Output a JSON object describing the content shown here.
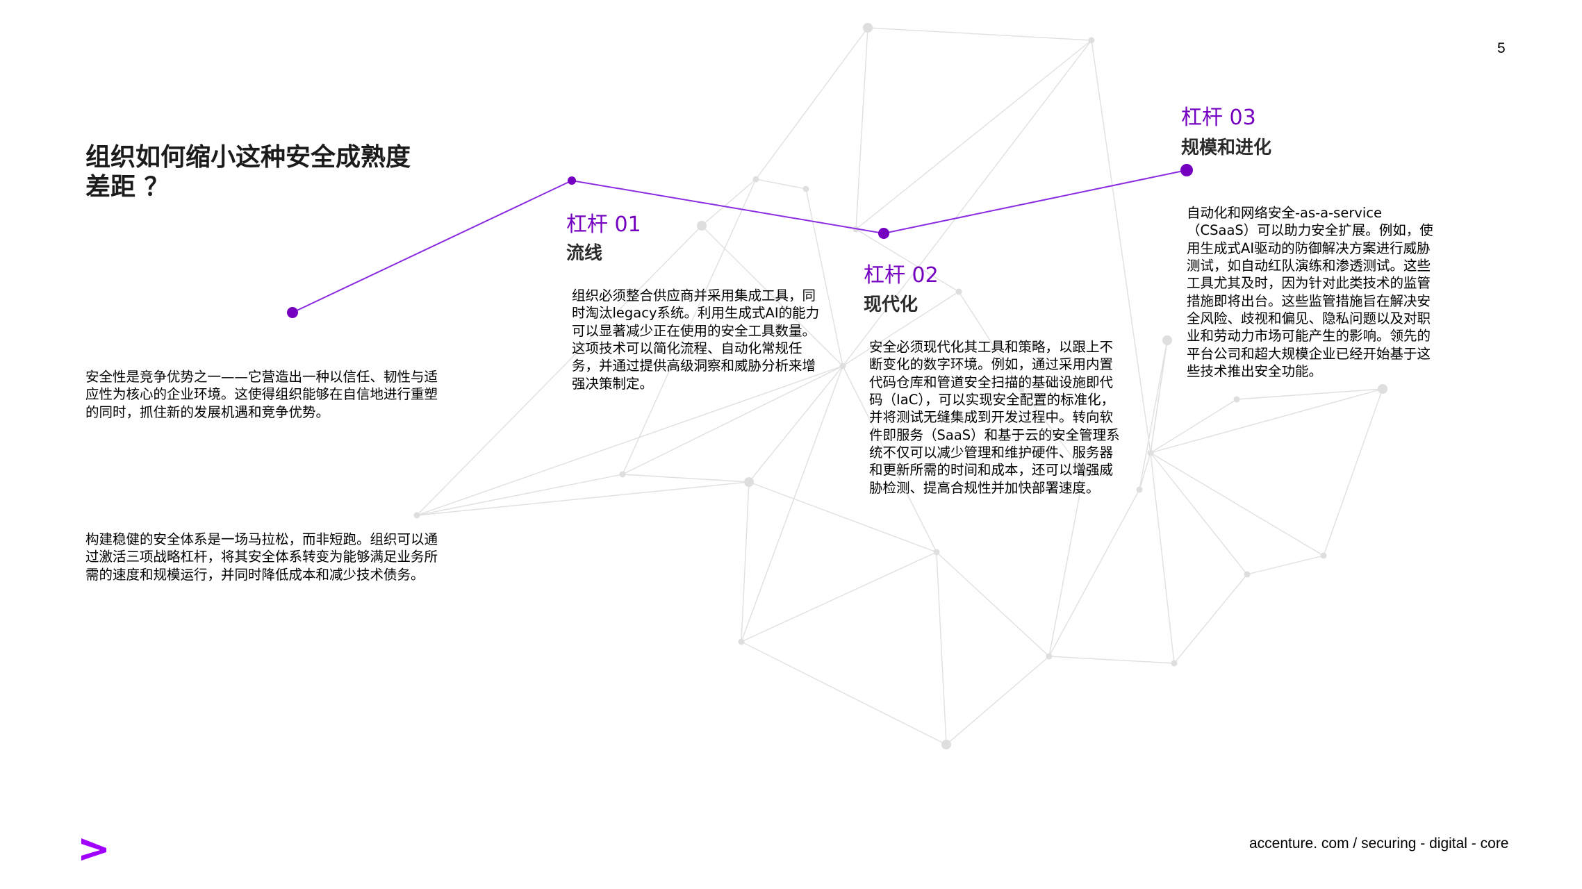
{
  "page": {
    "number": "5",
    "title": "组织如何缩小这种安全成熟度差距 ？",
    "intro_paragraphs": [
      "安全性是竞争优势之一——它营造出一种以信任、韧性与适应性为核心的企业环境。这使得组织能够在自信地进行重塑的同时，抓住新的发展机遇和竞争优势。",
      "构建稳健的安全体系是一场马拉松，而非短跑。组织可以通过激活三项战略杠杆，将其安全体系转变为能够满足业务所需的速度和规模运行，并同时降低成本和减少技术债务。"
    ]
  },
  "levers": [
    {
      "title": "杠杆 01",
      "subtitle": "流线",
      "body": "组织必须整合供应商并采用集成工具，同时淘汰legacy系统。利用生成式AI的能力可以显著减少正在使用的安全工具数量。这项技术可以简化流程、自动化常规任务，并通过提供高级洞察和威胁分析来增强决策制定。"
    },
    {
      "title": "杠杆 02",
      "subtitle": "现代化",
      "body": "安全必须现代化其工具和策略，以跟上不断变化的数字环境。例如，通过采用内置代码仓库和管道安全扫描的基础设施即代码（IaC），可以实现安全配置的标准化，并将测试无缝集成到开发过程中。转向软件即服务（SaaS）和基于云的安全管理系统不仅可以减少管理和维护硬件、服务器和更新所需的时间和成本，还可以增强威胁检测、提高合规性并加快部署速度。"
    },
    {
      "title": "杠杆 03",
      "subtitle": "规模和进化",
      "body": "自动化和网络安全-as-a-service（CSaaS）可以助力安全扩展。例如，使用生成式AI驱动的防御解决方案进行威胁测试，如自动红队演练和渗透测试。这些工具尤其及时，因为针对此类技术的监管措施即将出台。这些监管措施旨在解决安全风险、歧视和偏见、隐私问题以及对职业和劳动力市场可能产生的影响。领先的平台公司和超大规模企业已经开始基于这些技术推出安全功能。"
    }
  ],
  "footer": {
    "url": "accenture. com / securing - digital - core",
    "logo_icon": "accenture-chevron-icon"
  },
  "colors": {
    "accent": "#7500c0",
    "network": "#dcdcdc"
  }
}
